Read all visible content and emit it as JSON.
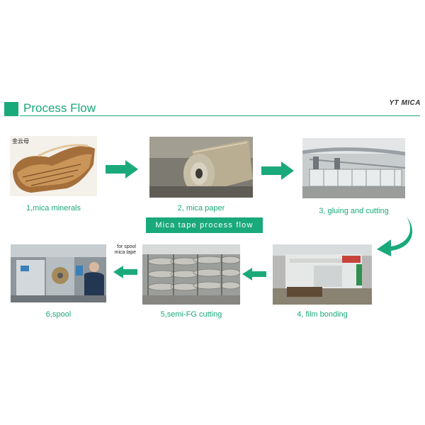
{
  "header": {
    "title": "Process Flow",
    "brand": "YT MICA"
  },
  "banner": "Mica tape process flow",
  "steps": [
    {
      "label": "1,mica minerals",
      "photo_caption": "金云母"
    },
    {
      "label": "2, mica paper"
    },
    {
      "label": "3, gluing and cutting"
    },
    {
      "label": "4, film bonding"
    },
    {
      "label": "5,semi-FG cutting"
    },
    {
      "label": "6,spool"
    }
  ],
  "note": {
    "line1": "for spool",
    "line2": "mica tape"
  },
  "colors": {
    "accent": "#1aa97a"
  }
}
